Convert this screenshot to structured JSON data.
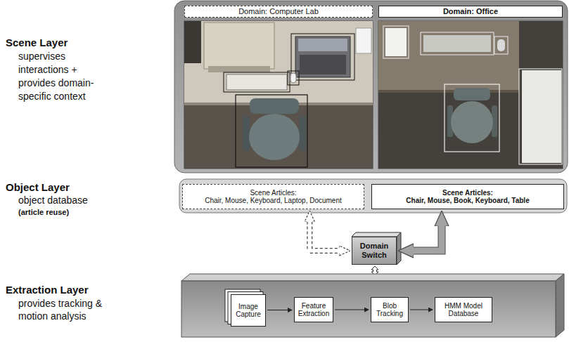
{
  "diagram": {
    "nodes": [
      {
        "text": [
          "Domain: Computer Lab"
        ]
      },
      {
        "text": [
          "Domain: Office"
        ]
      },
      {
        "text": [
          "Scene Articles:",
          "Chair, Mouse, Keyboard, Laptop, Document"
        ]
      },
      {
        "text": [
          "Scene Articles:",
          "Chair, Mouse, Book, Keyboard, Table"
        ]
      },
      {
        "text": [
          "Domain Switch"
        ]
      },
      {
        "text": [
          "Image Capture"
        ]
      },
      {
        "text": [
          "Feature Extraction"
        ]
      },
      {
        "text": [
          "Blob Tracking"
        ]
      },
      {
        "text": [
          "HMM Model Database"
        ]
      }
    ],
    "edges": [
      {
        "from": 2,
        "to": 4,
        "arrow": "both"
      },
      {
        "from": 3,
        "to": 4,
        "arrow": "both"
      },
      {
        "from": 5,
        "to": 6,
        "arrow": "to"
      },
      {
        "from": 6,
        "to": 7,
        "arrow": "to"
      },
      {
        "from": 7,
        "to": 8,
        "arrow": "to"
      }
    ],
    "labels": [
      "Scene Layer",
      "supervises interactions + provides domain-specific context",
      "Object Layer",
      "object database",
      "(article reuse)",
      "Extraction Layer",
      "provides tracking & motion analysis"
    ]
  }
}
